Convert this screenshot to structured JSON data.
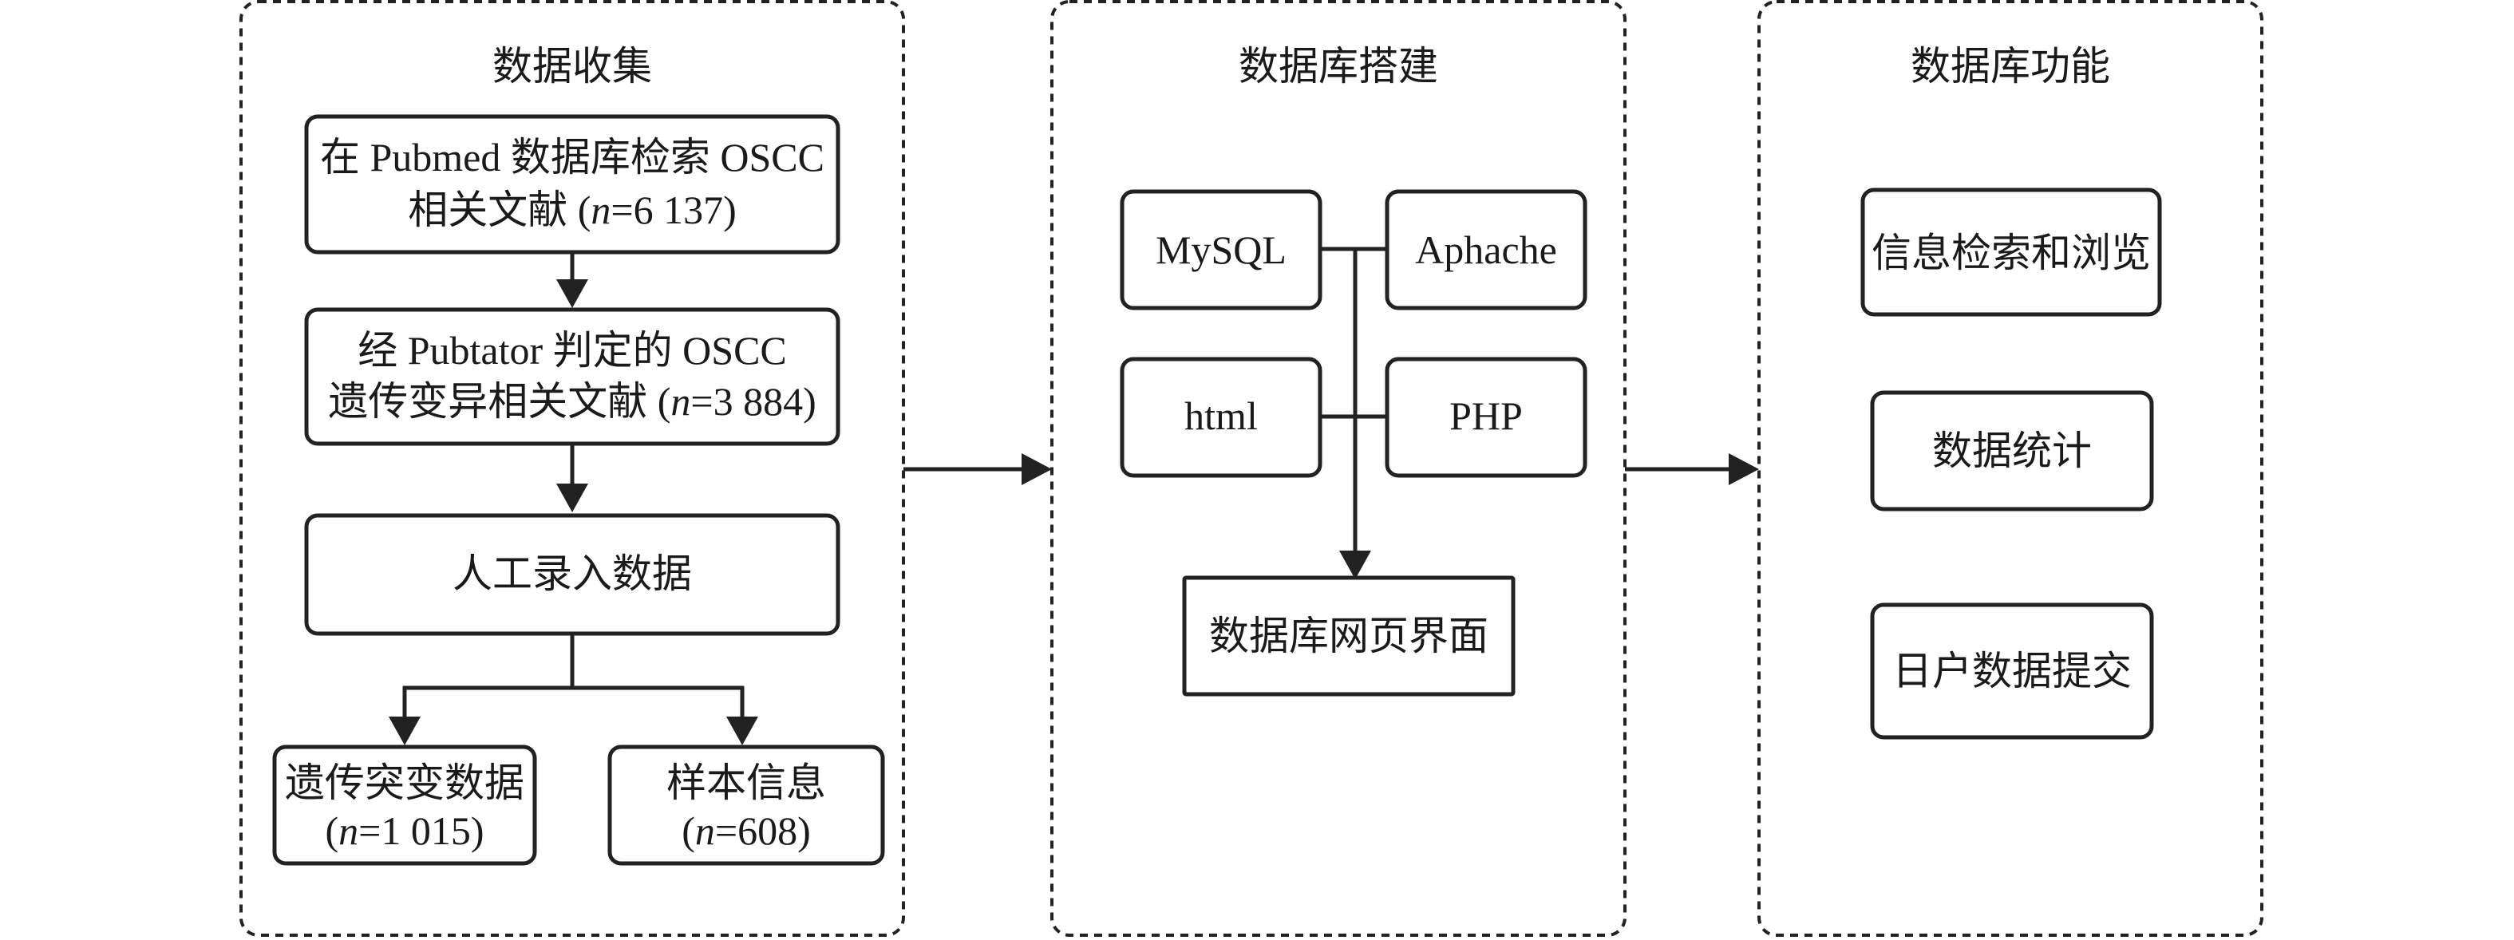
{
  "panels": {
    "collect": {
      "title": "数据收集"
    },
    "build": {
      "title": "数据库搭建"
    },
    "function": {
      "title": "数据库功能"
    }
  },
  "collect": {
    "search": {
      "line1": "在 Pubmed 数据库检索 OSCC",
      "line2_pre": "相关文献 (",
      "line2_n": "n",
      "line2_post": "=6 137)"
    },
    "pubtator": {
      "line1": "经 Pubtator 判定的 OSCC",
      "line2_pre": "遗传变异相关文献 (",
      "line2_n": "n",
      "line2_post": "=3 884)"
    },
    "manual": {
      "label": "人工录入数据"
    },
    "mutation": {
      "line1": "遗传突变数据",
      "line2_pre": "(",
      "line2_n": "n",
      "line2_post": "=1 015)"
    },
    "sample": {
      "line1": "样本信息",
      "line2_pre": "(",
      "line2_n": "n",
      "line2_post": "=608)"
    }
  },
  "build": {
    "mysql": "MySQL",
    "apache": "Aphache",
    "html": "html",
    "php": "PHP",
    "webpage": "数据库网页界面"
  },
  "functions": {
    "browse": "信息检索和浏览",
    "stats": "数据统计",
    "submit": "日户数据提交"
  }
}
